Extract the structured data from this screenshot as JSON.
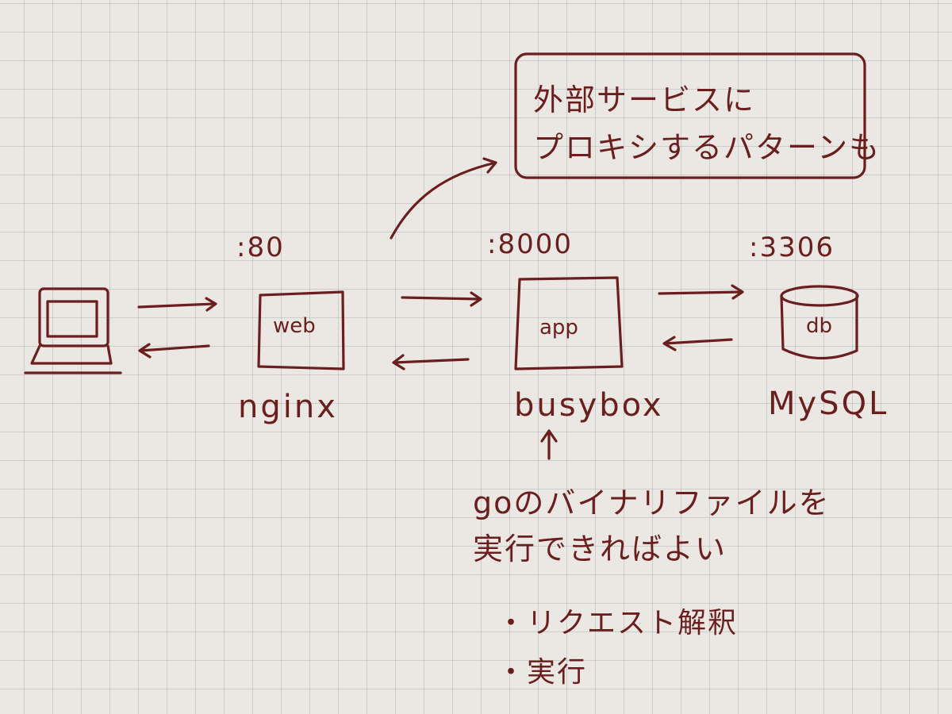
{
  "note_box": {
    "line1": "外部サービスに",
    "line2": "プロキシするパターンも"
  },
  "web": {
    "port": ":80",
    "box_label": "web",
    "name": "nginx"
  },
  "app": {
    "port": ":8000",
    "box_label": "app",
    "name": "busybox"
  },
  "db": {
    "port": ":3306",
    "box_label": "db",
    "name": "MySQL"
  },
  "busybox_note": {
    "line1": "goのバイナリファイルを",
    "line2": "実行できればよい"
  },
  "bullets": [
    "・リクエスト解釈",
    "・実行"
  ],
  "ink_color": "#6b1e1e"
}
